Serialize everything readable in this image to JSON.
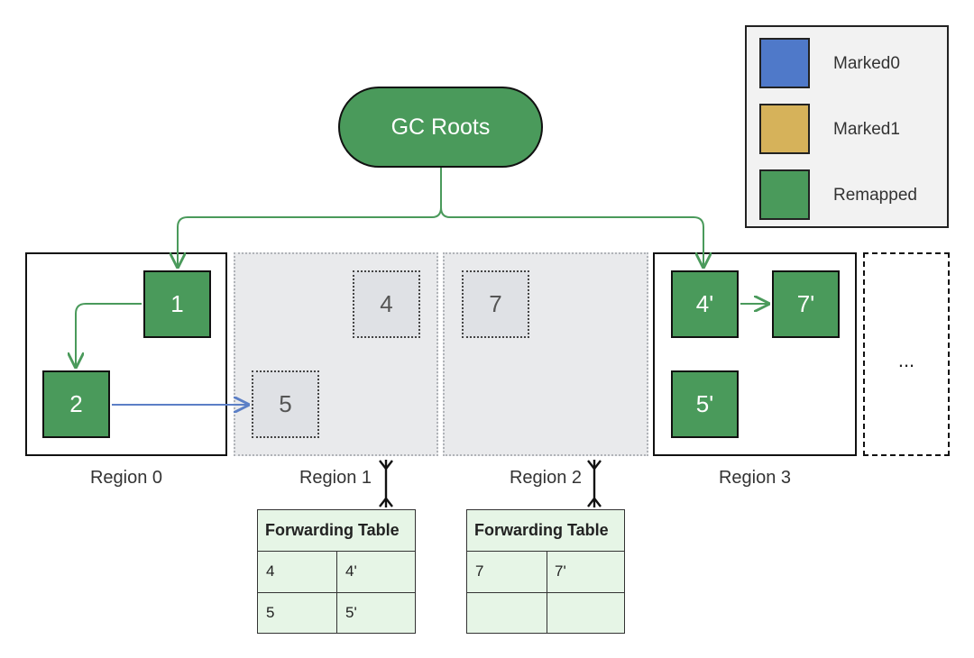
{
  "colors": {
    "marked0": "#4f79c9",
    "marked1": "#d6b25a",
    "remapped": "#4a9a5b",
    "green_arrow": "#4a9a5b",
    "blue_arrow": "#5b7fc6"
  },
  "legend": [
    {
      "label": "Marked0",
      "color": "#4f79c9"
    },
    {
      "label": "Marked1",
      "color": "#d6b25a"
    },
    {
      "label": "Remapped",
      "color": "#4a9a5b"
    }
  ],
  "roots": {
    "label": "GC Roots"
  },
  "regions": {
    "r0": {
      "label": "Region 0",
      "objects": [
        "1",
        "2"
      ]
    },
    "r1": {
      "label": "Region 1",
      "objects": [
        "4",
        "5"
      ]
    },
    "r2": {
      "label": "Region 2",
      "objects": [
        "7"
      ]
    },
    "r3": {
      "label": "Region 3",
      "objects": [
        "4'",
        "7'",
        "5'"
      ]
    },
    "more": "..."
  },
  "forwarding_tables": [
    {
      "title": "Forwarding Table",
      "rows": [
        [
          "4",
          "4'"
        ],
        [
          "5",
          "5'"
        ]
      ]
    },
    {
      "title": "Forwarding Table",
      "rows": [
        [
          "7",
          "7'"
        ],
        [
          "",
          ""
        ]
      ]
    }
  ]
}
